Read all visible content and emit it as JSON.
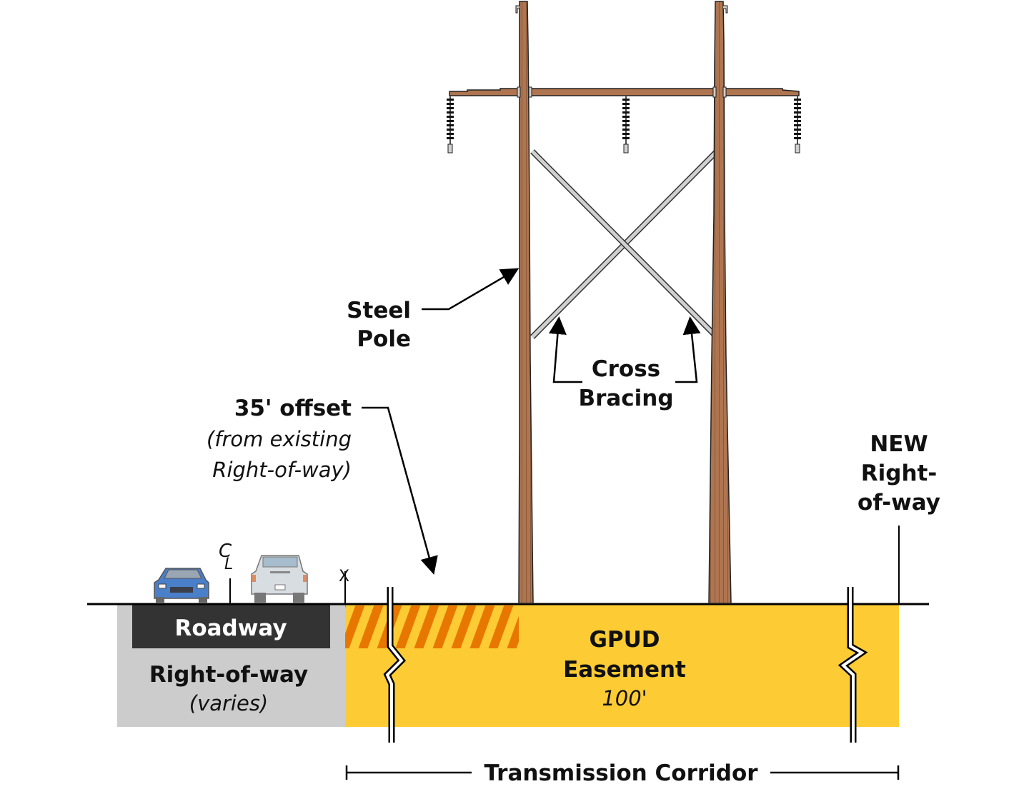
{
  "diagram": {
    "title": "Transmission line cross-section",
    "colors": {
      "pole": "#ae7550",
      "pole_dark": "#8c5a3a",
      "bracing": "#d0d0d0",
      "easement": "#fdcb33",
      "hatch": "#e87700",
      "right_of_way": "#cccccc",
      "roadway": "#333333",
      "ground_line": "#000000"
    },
    "labels": {
      "steel_pole": [
        "Steel",
        "Pole"
      ],
      "cross_bracing": [
        "Cross",
        "Bracing"
      ],
      "offset_title": "35' offset",
      "offset_note": [
        "(from existing",
        "Right-of-way)"
      ],
      "new_row": [
        "NEW",
        "Right-",
        "of-way"
      ],
      "centerline": "CL",
      "edge_marker": "X",
      "roadway": "Roadway",
      "right_of_way": "Right-of-way",
      "right_of_way_note": "(varies)",
      "easement": [
        "GPUD",
        "Easement"
      ],
      "easement_width": "100'",
      "corridor": "Transmission Corridor"
    },
    "vehicles": [
      {
        "type": "sedan",
        "color": "#4a7fc9"
      },
      {
        "type": "pickup",
        "color": "#d8dde2"
      }
    ],
    "insulators": 3
  }
}
